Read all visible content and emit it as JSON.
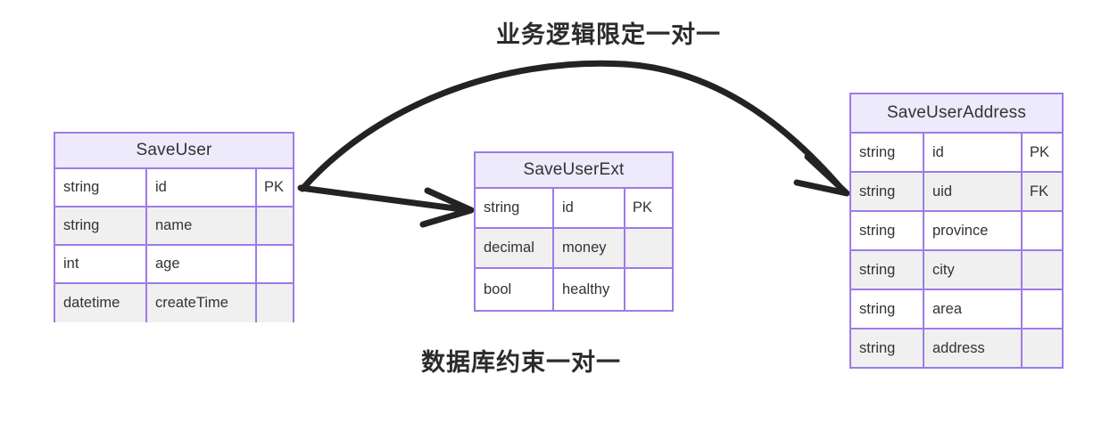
{
  "diagram": {
    "type": "entity-relationship-diagram",
    "background_color": "#ffffff",
    "border_color": "#9E7BE8",
    "header_fill": "#ECEAFB",
    "alt_row_fill": "#F0F0F0",
    "text_color": "#333333",
    "arrow_color": "#232323"
  },
  "entities": [
    {
      "id": "save-user",
      "title": "SaveUser",
      "rows": [
        {
          "type": "string",
          "name": "id",
          "key": "PK"
        },
        {
          "type": "string",
          "name": "name",
          "key": ""
        },
        {
          "type": "int",
          "name": "age",
          "key": ""
        },
        {
          "type": "datetime",
          "name": "createTime",
          "key": ""
        }
      ]
    },
    {
      "id": "save-user-ext",
      "title": "SaveUserExt",
      "rows": [
        {
          "type": "string",
          "name": "id",
          "key": "PK"
        },
        {
          "type": "decimal",
          "name": "money",
          "key": ""
        },
        {
          "type": "bool",
          "name": "healthy",
          "key": ""
        }
      ]
    },
    {
      "id": "save-user-address",
      "title": "SaveUserAddress",
      "rows": [
        {
          "type": "string",
          "name": "id",
          "key": "PK"
        },
        {
          "type": "string",
          "name": "uid",
          "key": "FK"
        },
        {
          "type": "string",
          "name": "province",
          "key": ""
        },
        {
          "type": "string",
          "name": "city",
          "key": ""
        },
        {
          "type": "string",
          "name": "area",
          "key": ""
        },
        {
          "type": "string",
          "name": "address",
          "key": ""
        }
      ]
    }
  ],
  "relationships": [
    {
      "id": "business-logic-one-to-one",
      "label": "业务逻辑限定一对一",
      "from": "SaveUser.id",
      "to": "SaveUserAddress.uid",
      "shape": "curved"
    },
    {
      "id": "database-constraint-one-to-one",
      "label": "数据库约束一对一",
      "from": "SaveUser.id",
      "to": "SaveUserExt.id",
      "shape": "straight"
    }
  ]
}
